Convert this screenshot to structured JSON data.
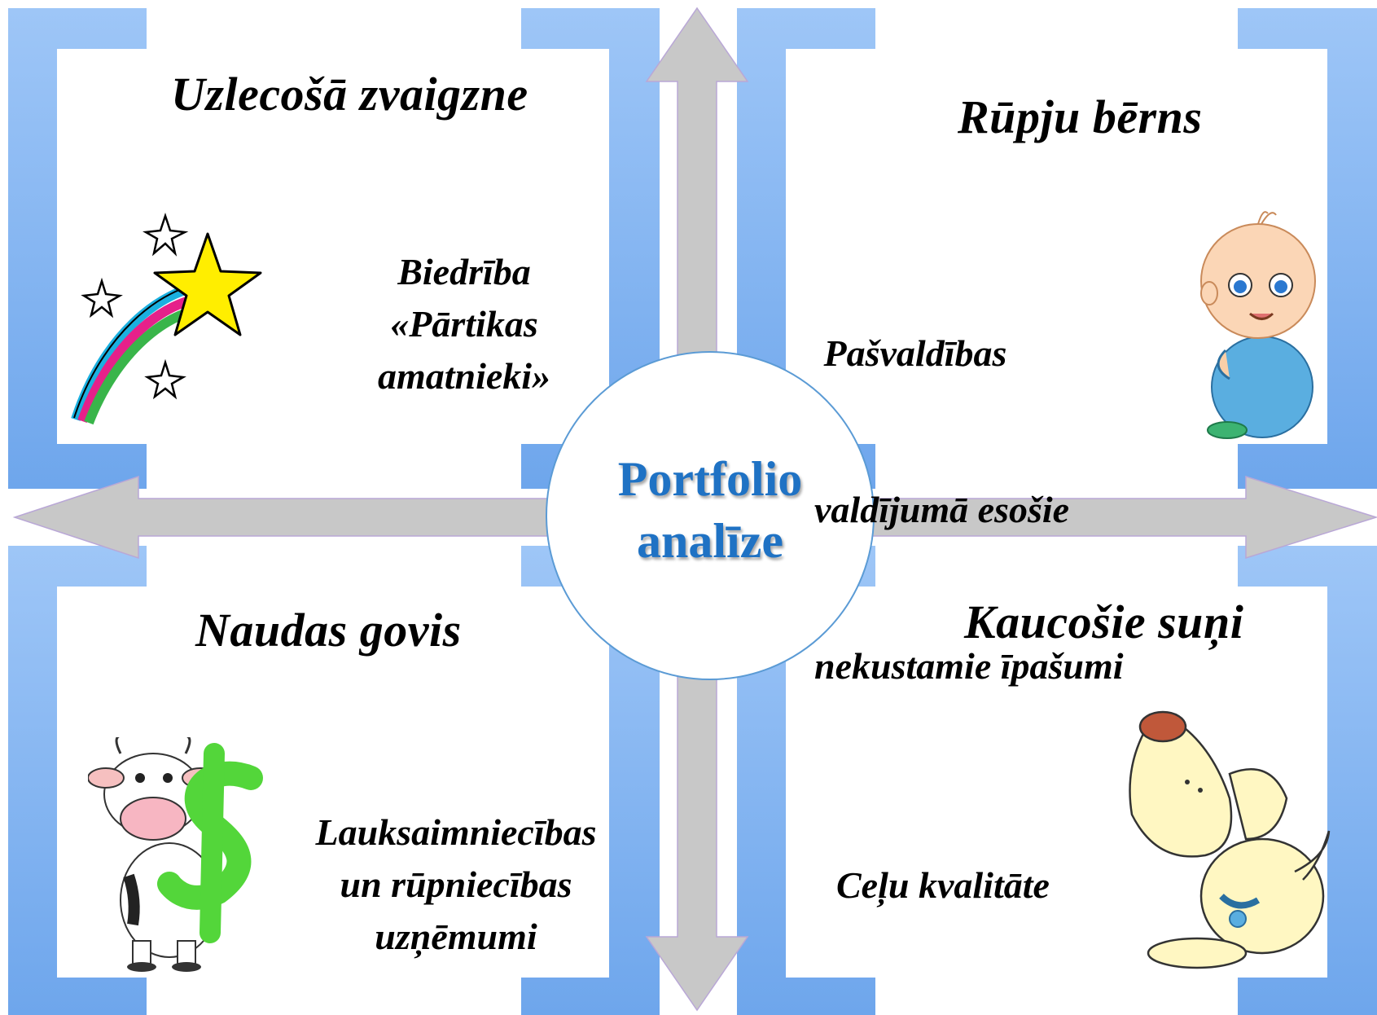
{
  "center": {
    "line1": "Portfolio",
    "line2": "analīze"
  },
  "quadrants": {
    "top_left": {
      "title": "Uzlecošā zvaigzne",
      "lines": [
        "Biedrība",
        "«Pārtikas",
        "amatnieki»"
      ],
      "icon": "shooting-star-icon"
    },
    "top_right": {
      "title": "Rūpju bērns",
      "lines": [
        " Pašvaldības",
        "valdījumā esošie",
        "nekustamie īpašumi"
      ],
      "icon": "baby-icon"
    },
    "bottom_left": {
      "title": "Naudas govis",
      "lines": [
        "Lauksaimniecības",
        "un rūpniecības",
        "uzņēmumi"
      ],
      "icon": "cow-dollar-icon"
    },
    "bottom_right": {
      "title": "Kaucošie suņi",
      "lines": [
        "Ceļu kvalitāte"
      ],
      "icon": "dog-icon"
    }
  },
  "colors": {
    "bracket": "#7cb0ef",
    "arrow": "#c8c8c8",
    "center_text": "#1f72c4",
    "circle_border": "#5b9bd5"
  }
}
